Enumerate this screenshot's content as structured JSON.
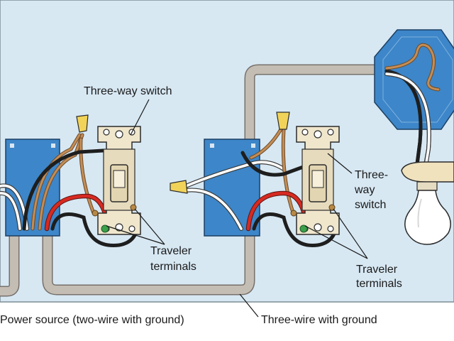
{
  "labels": {
    "three_way_switch_top": "Three-way switch",
    "three_way_switch_right_1": "Three-",
    "three_way_switch_right_2": "way",
    "three_way_switch_right_3": "switch",
    "traveler_left_1": "Traveler",
    "traveler_left_2": "terminals",
    "traveler_right_1": "Traveler",
    "traveler_right_2": "terminals",
    "power_source": "Power source (two-wire with ground)",
    "three_wire": "Three-wire with ground"
  },
  "colors": {
    "background": "#ffffff",
    "panel": "#d7e8f3",
    "box_blue": "#3d86c9",
    "cable_gray": "#bdb5ab",
    "wire_black": "#2d2d2d",
    "wire_red": "#d62a21",
    "wire_copper": "#b9854f",
    "wire_white": "#ffffff",
    "switch_ivory": "#efe6cc",
    "nut_yellow": "#f2d35a",
    "bulb": "#ffffff",
    "fixture_base": "#efe2bd"
  }
}
